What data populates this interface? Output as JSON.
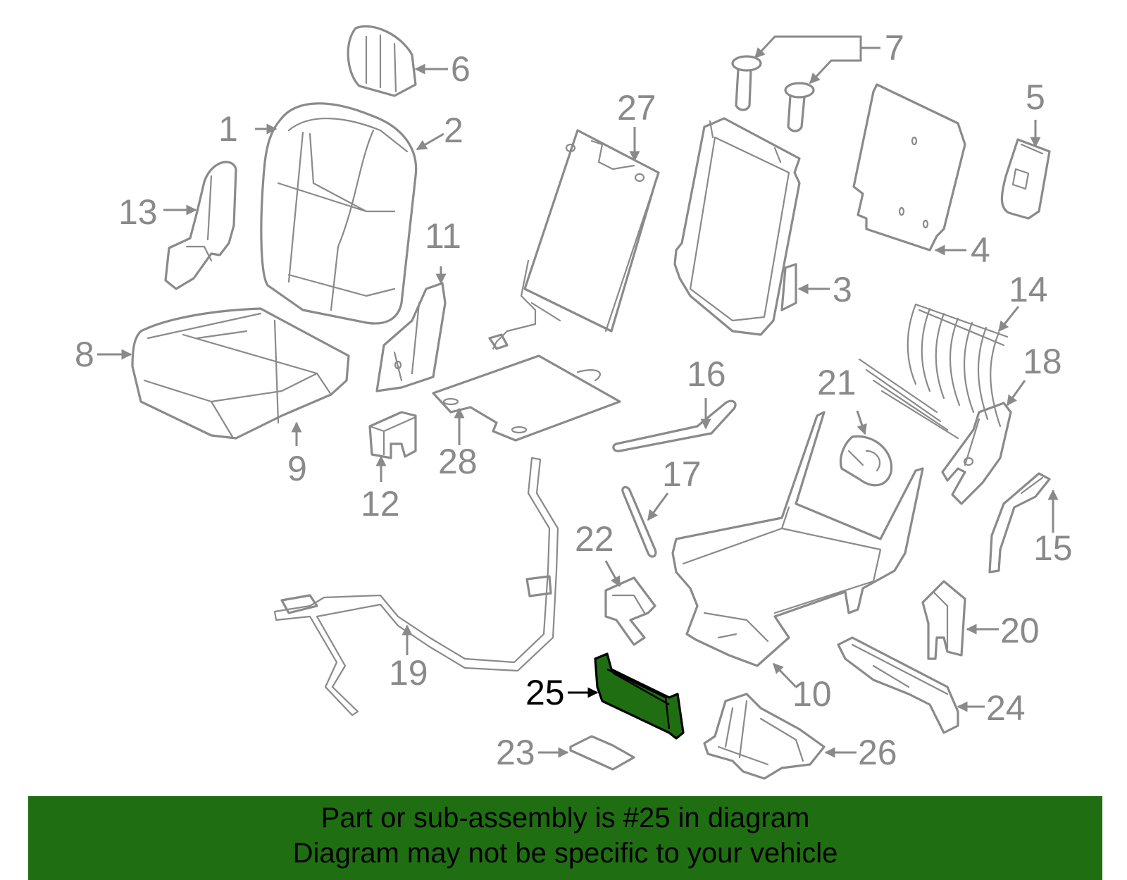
{
  "diagram": {
    "highlight_color": "#1f6f12",
    "line_color": "#8a8a8a",
    "highlighted_part": "25",
    "callouts": [
      "1",
      "2",
      "3",
      "4",
      "5",
      "6",
      "7",
      "8",
      "9",
      "10",
      "11",
      "12",
      "13",
      "14",
      "15",
      "16",
      "17",
      "18",
      "19",
      "20",
      "21",
      "22",
      "23",
      "24",
      "25",
      "26",
      "27",
      "28"
    ]
  },
  "footer": {
    "line1": "Part or sub-assembly is #25 in diagram",
    "line2": "Diagram may not be specific to your vehicle",
    "background": "#1f6f12"
  }
}
